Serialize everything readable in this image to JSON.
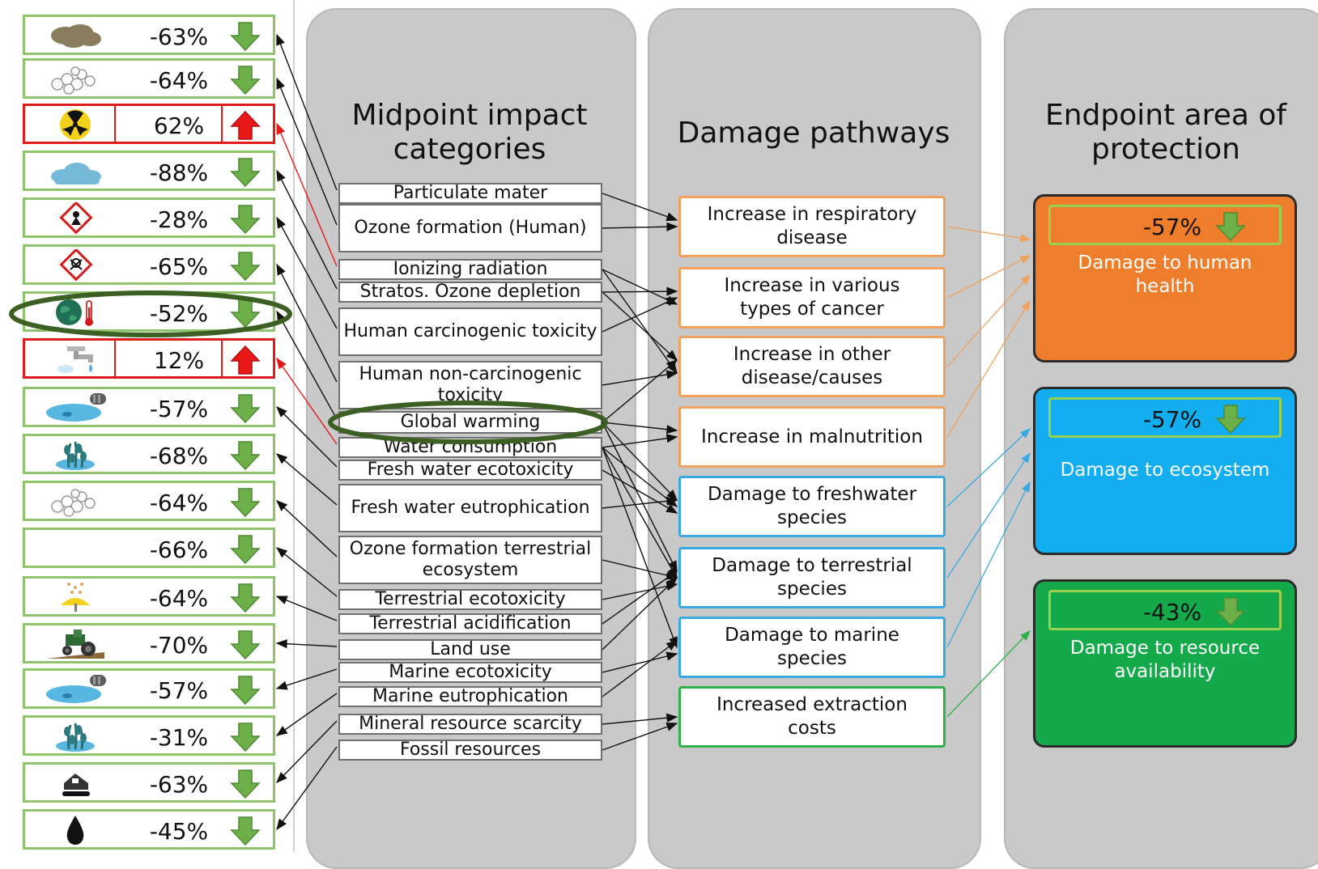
{
  "panels": {
    "midpoint_title": "Midpoint impact categories",
    "damage_title": "Damage pathways",
    "endpoint_title": "Endpoint area of protection"
  },
  "changes": [
    {
      "value": "-63%",
      "icon": "dust-cloud-icon",
      "trend": "down"
    },
    {
      "value": "-64%",
      "icon": "bubbles-icon",
      "trend": "down"
    },
    {
      "value": "62%",
      "icon": "radiation-icon",
      "trend": "up"
    },
    {
      "value": "-88%",
      "icon": "cloud-icon",
      "trend": "down"
    },
    {
      "value": "-28%",
      "icon": "health-hazard-icon",
      "trend": "down"
    },
    {
      "value": "-65%",
      "icon": "toxic-hazard-icon",
      "trend": "down"
    },
    {
      "value": "-52%",
      "icon": "globe-thermometer-icon",
      "trend": "down"
    },
    {
      "value": "12%",
      "icon": "water-tap-icon",
      "trend": "up"
    },
    {
      "value": "-57%",
      "icon": "polluted-water-icon",
      "trend": "down"
    },
    {
      "value": "-68%",
      "icon": "aquatic-plants-icon",
      "trend": "down"
    },
    {
      "value": "-64%",
      "icon": "bubbles-icon",
      "trend": "down"
    },
    {
      "value": "-66%",
      "icon": "none",
      "trend": "down"
    },
    {
      "value": "-64%",
      "icon": "acid-rain-icon",
      "trend": "down"
    },
    {
      "value": "-70%",
      "icon": "tractor-icon",
      "trend": "down"
    },
    {
      "value": "-57%",
      "icon": "polluted-water-icon",
      "trend": "down"
    },
    {
      "value": "-31%",
      "icon": "aquatic-plants-icon",
      "trend": "down"
    },
    {
      "value": "-63%",
      "icon": "mining-icon",
      "trend": "down"
    },
    {
      "value": "-45%",
      "icon": "oil-drop-icon",
      "trend": "down"
    }
  ],
  "midpoints": [
    {
      "label": "Particulate mater"
    },
    {
      "label": "Ozone formation (Human)"
    },
    {
      "label": "Ionizing radiation"
    },
    {
      "label": "Stratos. Ozone depletion"
    },
    {
      "label": "Human carcinogenic toxicity"
    },
    {
      "label": "Human non-carcinogenic toxicity"
    },
    {
      "label": "Global warming"
    },
    {
      "label": "Water consumption"
    },
    {
      "label": "Fresh water ecotoxicity"
    },
    {
      "label": "Fresh water eutrophication"
    },
    {
      "label": "Ozone formation terrestrial ecosystem"
    },
    {
      "label": "Terrestrial ecotoxicity"
    },
    {
      "label": "Terrestrial acidification"
    },
    {
      "label": "Land use"
    },
    {
      "label": "Marine ecotoxicity"
    },
    {
      "label": "Marine eutrophication"
    },
    {
      "label": "Mineral resource scarcity"
    },
    {
      "label": "Fossil resources"
    }
  ],
  "pathways": [
    {
      "label": "Increase in respiratory disease",
      "group": "human"
    },
    {
      "label": "Increase in various types of cancer",
      "group": "human"
    },
    {
      "label": "Increase in other disease/causes",
      "group": "human"
    },
    {
      "label": "Increase in malnutrition",
      "group": "human"
    },
    {
      "label": "Damage to freshwater species",
      "group": "ecosystem"
    },
    {
      "label": "Damage to terrestrial species",
      "group": "ecosystem"
    },
    {
      "label": "Damage to marine species",
      "group": "ecosystem"
    },
    {
      "label": "Increased extraction costs",
      "group": "resource"
    }
  ],
  "endpoints": [
    {
      "value": "-57%",
      "label": "Damage to human health",
      "trend": "down",
      "color": "#ee7d2c"
    },
    {
      "value": "-57%",
      "label": "Damage to ecosystem",
      "trend": "down",
      "color": "#12aeef"
    },
    {
      "value": "-43%",
      "label": "Damage to resource availability",
      "trend": "down",
      "color": "#14a94a"
    }
  ],
  "colors": {
    "down_arrow": "#6db04a",
    "up_arrow": "#e81818",
    "highlight": "#3c5f23",
    "human_link": "#f0a15c",
    "eco_link": "#3aa9e0",
    "resource_link": "#2fb04b"
  }
}
